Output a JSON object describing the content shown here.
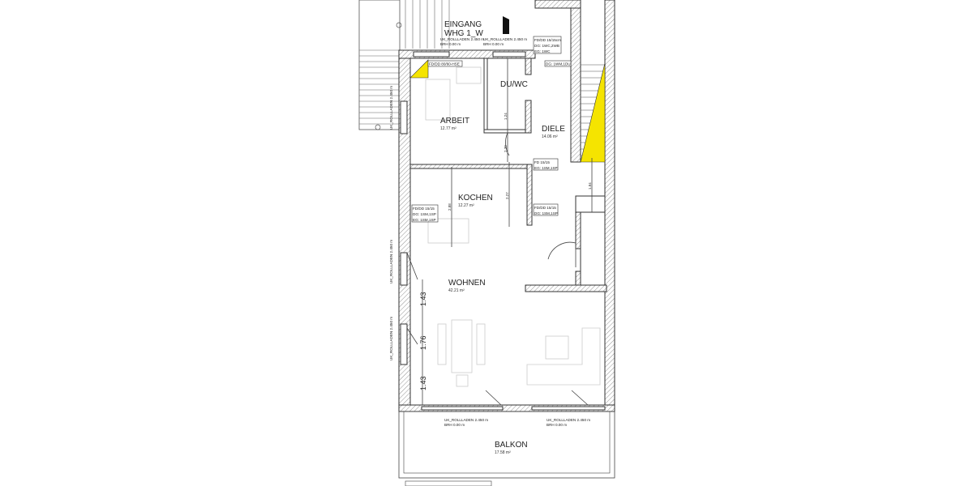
{
  "rooms": {
    "eingang": {
      "line1": "EINGANG",
      "line2": "WHG 1_W"
    },
    "arbeit": {
      "name": "ARBEIT",
      "area": "12.77 m²"
    },
    "duwc": {
      "name": "DU/WC"
    },
    "diele": {
      "name": "DIELE",
      "area": "14.06 m²"
    },
    "kochen": {
      "name": "KOCHEN",
      "area": "12.27 m²"
    },
    "wohnen": {
      "name": "WOHNEN",
      "area": "42.21 m²"
    },
    "balkon": {
      "name": "BALKON",
      "area": "17.58 m²"
    }
  },
  "notes": {
    "hse": "FD/DD 80/60-HSE",
    "wc": [
      "FD/DD 15/15cm",
      "DG: 1WC,2WB",
      "EG: 1WC"
    ],
    "du": "DG: 1WM,1DU",
    "fd1": [
      "FD 15/15",
      "EG: 1SM,1SP"
    ],
    "kochen_left": [
      "FD/DD 15/15",
      "DG: 1SM,1SP",
      "EG: 1SM,1SP"
    ],
    "kochen_right": [
      "FD/DD 15/15",
      "DG: 1SM,1SP"
    ]
  },
  "rollladen": {
    "uk": "UK_ROLLLADEN 2.450 m",
    "brh": "BRH 0.00 m"
  },
  "dimensions": {
    "w1": "1.43",
    "w2": "1.76",
    "w3": "1.43",
    "k1": "2.88",
    "k2": "2.27",
    "d1": "1.84",
    "d2": "1.24",
    "d3": "2.30"
  },
  "colors": {
    "stair_highlight": "#f5e400",
    "walls": "#333333"
  }
}
